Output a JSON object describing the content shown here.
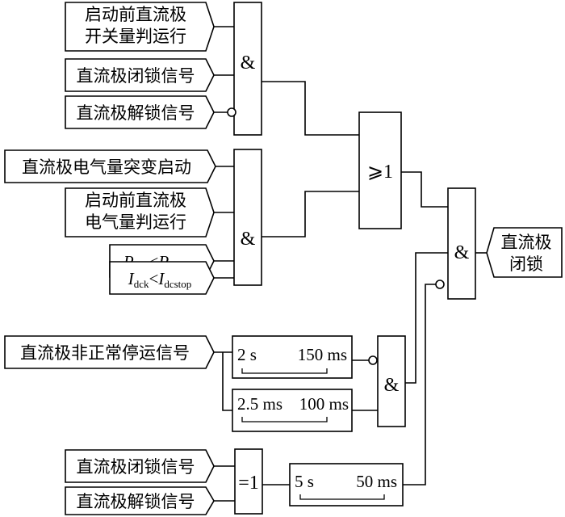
{
  "inputs": {
    "pre_start_switch": [
      "启动前直流极",
      "开关量判运行"
    ],
    "block_signal_1": "直流极闭锁信号",
    "deblock_signal_1": "直流极解锁信号",
    "abrupt_start": "直流极电气量突变启动",
    "pre_start_electrical": [
      "启动前直流极",
      "电气量判运行"
    ],
    "power_condition": {
      "var": "P",
      "sub_left": "dck",
      "op": "<",
      "sub_right": "dcstop"
    },
    "current_condition": {
      "var": "I",
      "sub_left": "dck",
      "op": "<",
      "sub_right": "dcstop"
    },
    "abnormal_stop": "直流极非正常停运信号",
    "block_signal_2": "直流极闭锁信号",
    "deblock_signal_2": "直流极解锁信号"
  },
  "gates": {
    "and_1": "&",
    "and_2": "&",
    "or_1": "⩾1",
    "and_3": "&",
    "and_final": "&",
    "xor_1": "=1"
  },
  "timers": {
    "timer_1": {
      "pickup": "2 s",
      "dropout": "150 ms"
    },
    "timer_2": {
      "pickup": "2.5 ms",
      "dropout": "100 ms"
    },
    "timer_3": {
      "pickup": "5 s",
      "dropout": "50 ms"
    }
  },
  "output": [
    "直流极",
    "闭锁"
  ]
}
